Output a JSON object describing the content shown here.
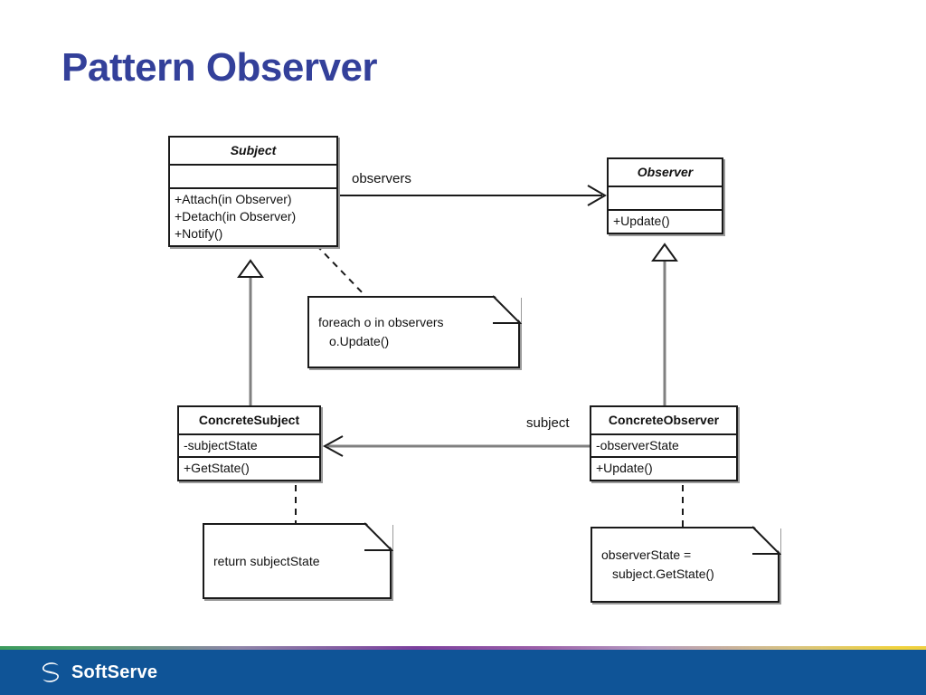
{
  "slide": {
    "title": "Pattern Observer",
    "title_color": "#33409a",
    "background_color": "#ffffff"
  },
  "diagram": {
    "type": "uml-class-diagram",
    "classes": [
      {
        "id": "subject",
        "name": "Subject",
        "abstract": true,
        "attributes": [],
        "operations": [
          "+Attach(in Observer)",
          "+Detach(in Observer)",
          "+Notify()"
        ]
      },
      {
        "id": "observer",
        "name": "Observer",
        "abstract": true,
        "attributes": [],
        "operations": [
          "+Update()"
        ]
      },
      {
        "id": "concrete-subject",
        "name": "ConcreteSubject",
        "abstract": false,
        "attributes": [
          "-subjectState"
        ],
        "operations": [
          "+GetState()"
        ]
      },
      {
        "id": "concrete-observer",
        "name": "ConcreteObserver",
        "abstract": false,
        "attributes": [
          "-observerState"
        ],
        "operations": [
          "+Update()"
        ]
      }
    ],
    "notes": [
      {
        "id": "note-notify",
        "lines": [
          "foreach o in observers",
          "o.Update()"
        ]
      },
      {
        "id": "note-getstate",
        "lines": [
          "return subjectState"
        ]
      },
      {
        "id": "note-update",
        "lines": [
          "observerState =",
          "subject.GetState()"
        ]
      }
    ],
    "associations": [
      {
        "id": "observers",
        "label": "observers",
        "from": "subject",
        "to": "observer",
        "kind": "association",
        "color": "#1a1a1a"
      },
      {
        "id": "subject-ref",
        "label": "subject",
        "from": "concrete-observer",
        "to": "concrete-subject",
        "kind": "association",
        "color": "#808080"
      }
    ],
    "generalizations": [
      {
        "id": "gen-subject",
        "from": "concrete-subject",
        "to": "subject",
        "kind": "generalization",
        "color": "#808080"
      },
      {
        "id": "gen-observer",
        "from": "concrete-observer",
        "to": "observer",
        "kind": "generalization",
        "color": "#808080"
      }
    ],
    "note_links": [
      {
        "id": "link-notify",
        "from": "note-notify",
        "to": "subject",
        "style": "dashed"
      },
      {
        "id": "link-getstate",
        "from": "note-getstate",
        "to": "concrete-subject",
        "style": "dashed"
      },
      {
        "id": "link-update",
        "from": "note-update",
        "to": "concrete-observer",
        "style": "dashed"
      }
    ]
  },
  "footer": {
    "brand": "SoftServe",
    "band_color": "#0f5497",
    "rule_colors": [
      "#3a9b5c",
      "#7b3f9d",
      "#f0d23c"
    ]
  }
}
